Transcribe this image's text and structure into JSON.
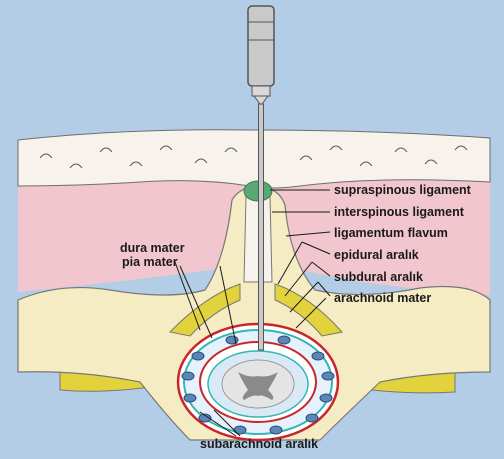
{
  "labels": {
    "supraspinous_ligament": "supraspinous ligament",
    "interspinous_ligament": "interspinous ligament",
    "ligamentum_flavum": "ligamentum flavum",
    "epidural": "epidural aralık",
    "subdural": "subdural aralık",
    "arachnoid_mater": "arachnoid mater",
    "dura_mater": "dura mater",
    "pia_mater": "pia mater",
    "subarachnoid": "subarachnoid aralık"
  },
  "colors": {
    "background": "#b3cde6",
    "skin": "#f7f3ec",
    "fat": "#f1c6cf",
    "bone": "#f6ecc4",
    "ligament_flavum": "#e2d23c",
    "supraspinous": "#5aa873",
    "dura": "#c9262c",
    "arachnoid": "#35b6b0",
    "csf": "#8fbfe6",
    "cord_gray": "#8a8a8a",
    "needle": "#c9c9c9"
  }
}
